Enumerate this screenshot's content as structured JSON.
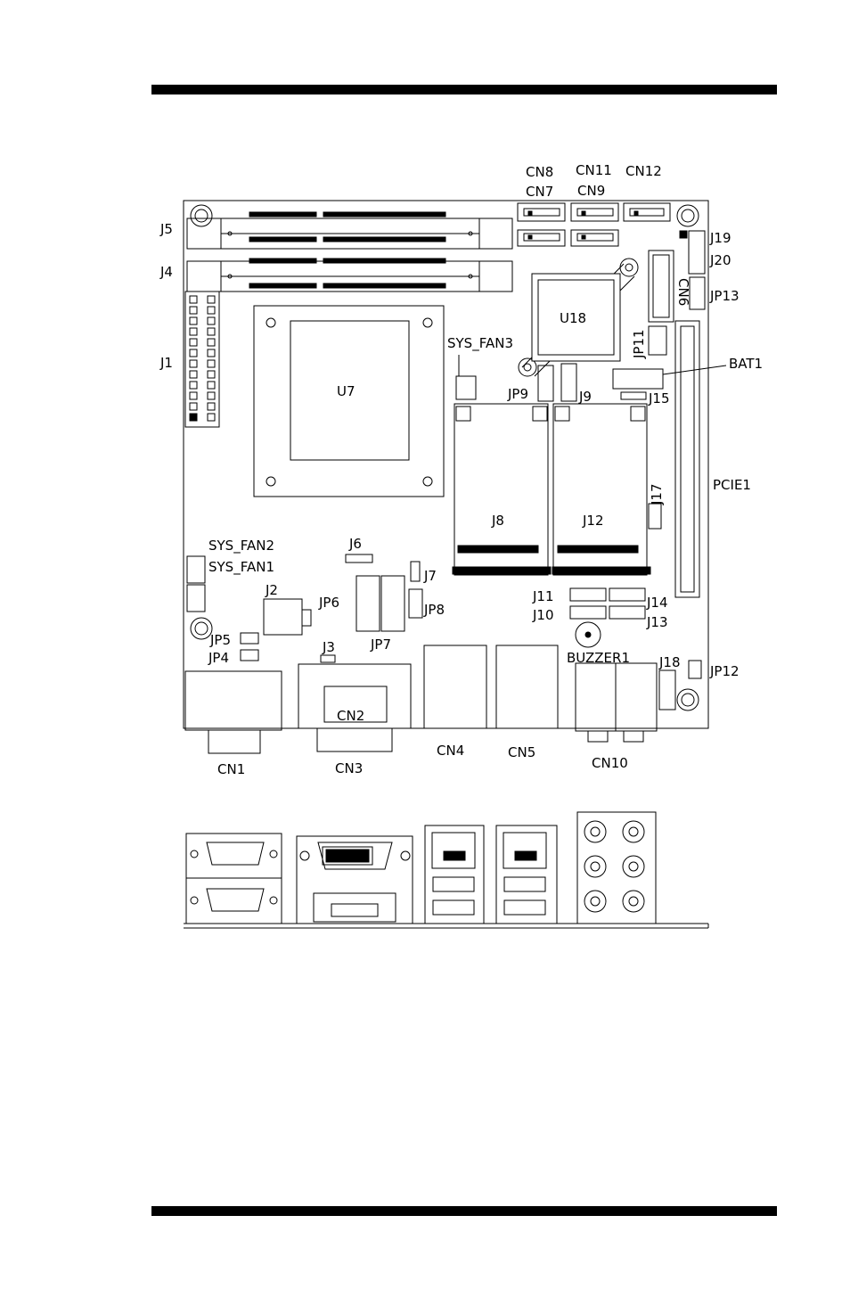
{
  "labels": {
    "cn8": "CN8",
    "cn11": "CN11",
    "cn12": "CN12",
    "cn7": "CN7",
    "cn9": "CN9",
    "j5": "J5",
    "j4": "J4",
    "j1": "J1",
    "j19": "J19",
    "j20": "J20",
    "jp13": "JP13",
    "cn6": "CN6",
    "u18": "U18",
    "u7": "U7",
    "sys_fan3": "SYS_FAN3",
    "jp11": "JP11",
    "bat1": "BAT1",
    "jp9": "JP9",
    "j9": "J9",
    "j15": "J15",
    "j17": "J17",
    "pcie1": "PCIE1",
    "j8": "J8",
    "j12": "J12",
    "sys_fan2": "SYS_FAN2",
    "sys_fan1": "SYS_FAN1",
    "j6": "J6",
    "j7": "J7",
    "j2": "J2",
    "jp6": "JP6",
    "jp8": "JP8",
    "jp7": "JP7",
    "j11": "J11",
    "j14": "J14",
    "j10": "J10",
    "j13": "J13",
    "jp5": "JP5",
    "jp4": "JP4",
    "j3": "J3",
    "buzzer1": "BUZZER1",
    "j18": "J18",
    "jp12": "JP12",
    "cn2": "CN2",
    "cn4": "CN4",
    "cn5": "CN5",
    "cn1": "CN1",
    "cn3": "CN3",
    "cn10": "CN10"
  }
}
